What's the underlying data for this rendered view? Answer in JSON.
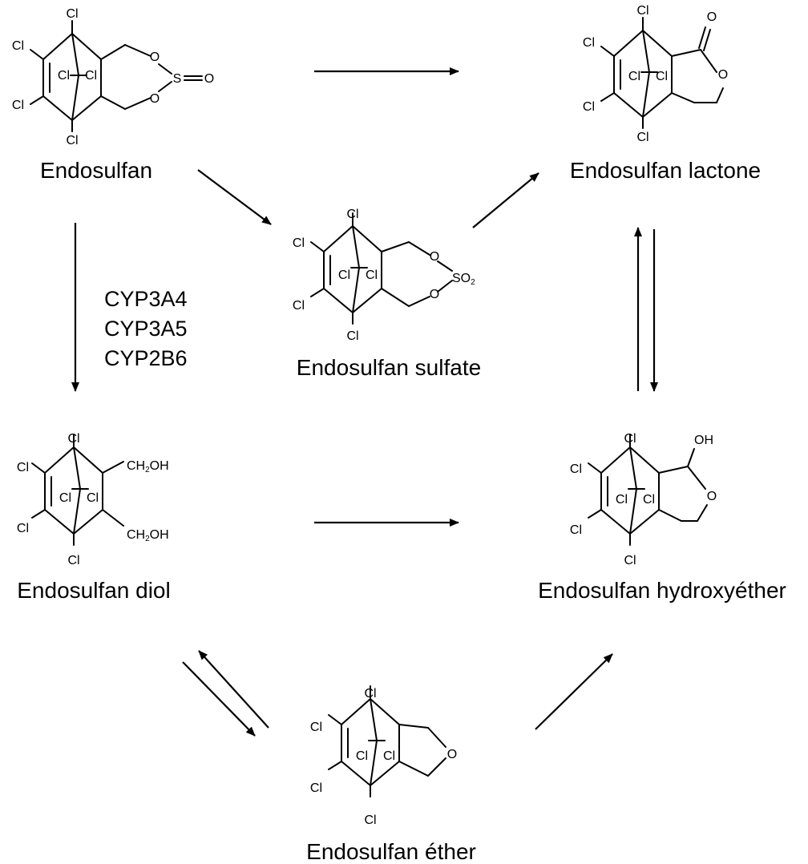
{
  "compounds": {
    "endosulfan": {
      "name": "Endosulfan",
      "atoms": {
        "cl_top": "Cl",
        "cl_left_up": "Cl",
        "cl_left_down": "Cl",
        "cl_bottom": "Cl",
        "cl_bridge_left": "Cl",
        "cl_bridge_right": "Cl",
        "o_up": "O",
        "o_down": "O",
        "s": "S",
        "o_double": "O"
      }
    },
    "lactone": {
      "name": "Endosulfan lactone",
      "atoms": {
        "cl_top": "Cl",
        "cl_left_up": "Cl",
        "cl_left_down": "Cl",
        "cl_bottom": "Cl",
        "cl_bridge_left": "Cl",
        "cl_bridge_right": "Cl",
        "o_carbonyl": "O",
        "o_ring": "O"
      }
    },
    "sulfate": {
      "name": "Endosulfan sulfate",
      "atoms": {
        "cl_top": "Cl",
        "cl_left_up": "Cl",
        "cl_left_down": "Cl",
        "cl_bottom": "Cl",
        "cl_bridge_left": "Cl",
        "cl_bridge_right": "Cl",
        "o_up": "O",
        "o_down": "O",
        "so2": "SO",
        "so2_sub": "2"
      }
    },
    "diol": {
      "name": "Endosulfan diol",
      "atoms": {
        "cl_top": "Cl",
        "cl_left_up": "Cl",
        "cl_left_down": "Cl",
        "cl_bottom": "Cl",
        "cl_bridge_left": "Cl",
        "cl_bridge_right": "Cl",
        "ch2oh_1_ch": "CH",
        "ch2oh_1_sub": "2",
        "ch2oh_1_oh": "OH",
        "ch2oh_2_ch": "CH",
        "ch2oh_2_sub": "2",
        "ch2oh_2_oh": "OH"
      }
    },
    "hydroxyether": {
      "name": "Endosulfan hydroxyéther",
      "atoms": {
        "cl_top": "Cl",
        "cl_left_up": "Cl",
        "cl_left_down": "Cl",
        "cl_bottom": "Cl",
        "cl_bridge_left": "Cl",
        "cl_bridge_right": "Cl",
        "oh": "OH",
        "o_ring": "O"
      }
    },
    "ether": {
      "name": "Endosulfan éther",
      "atoms": {
        "cl_top": "Cl",
        "cl_left_up": "Cl",
        "cl_left_down": "Cl",
        "cl_bottom": "Cl",
        "cl_bridge_left": "Cl",
        "cl_bridge_right": "Cl",
        "o_ring": "O"
      }
    }
  },
  "enzymes": [
    "CYP3A4",
    "CYP3A5",
    "CYP2B6"
  ],
  "reactions": [
    {
      "from": "endosulfan",
      "to": "lactone"
    },
    {
      "from": "endosulfan",
      "to": "sulfate"
    },
    {
      "from": "endosulfan",
      "to": "diol",
      "enzymes": true
    },
    {
      "from": "sulfate",
      "to": "lactone"
    },
    {
      "from": "lactone",
      "to": "hydroxyether",
      "reversible": true
    },
    {
      "from": "diol",
      "to": "hydroxyether"
    },
    {
      "from": "diol",
      "to": "ether",
      "reversible": true
    },
    {
      "from": "ether",
      "to": "hydroxyether"
    }
  ]
}
